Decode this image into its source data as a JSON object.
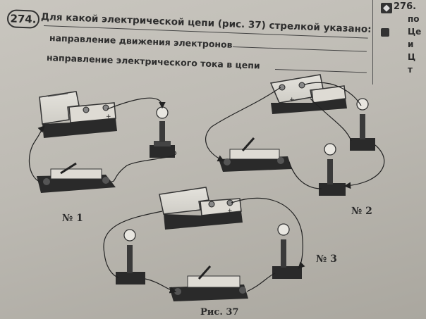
{
  "task": {
    "number": "274.",
    "question": "Для какой электрической цепи (рис. 37) стрелкой указано:",
    "line1": "направление движения электронов",
    "line2": "направление электрического тока в цепи"
  },
  "side": {
    "number": "276.",
    "lines": [
      "по",
      "Це",
      "и",
      "Ц",
      "т"
    ]
  },
  "circuits": {
    "c1": "№ 1",
    "c2": "№ 2",
    "c3": "№ 3"
  },
  "figure": {
    "caption": "Рис. 37"
  }
}
